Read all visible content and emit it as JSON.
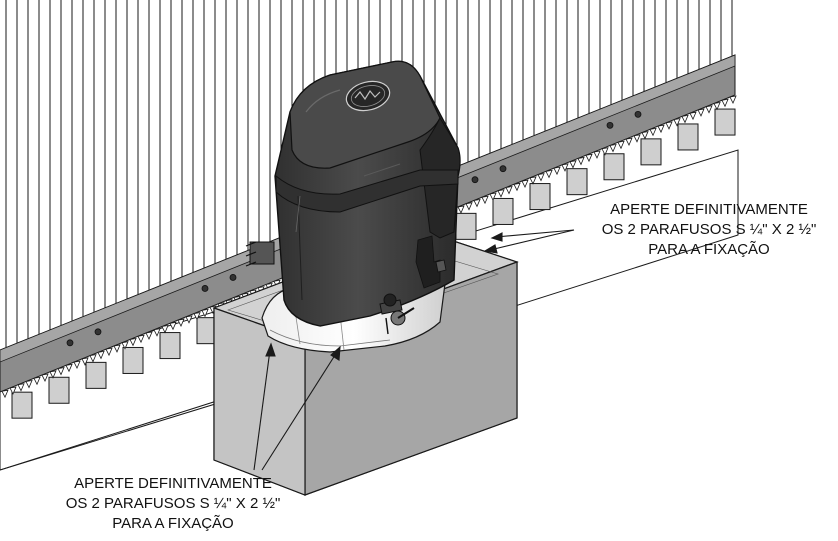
{
  "callouts": {
    "right": {
      "line1": "APERTE DEFINITIVAMENTE",
      "line2": "OS 2 PARAFUSOS  S ¼\" X 2 ½\"",
      "line3": "PARA A FIXAÇÃO"
    },
    "bottom": {
      "line1": "APERTE DEFINITIVAMENTE",
      "line2": "OS 2 PARAFUSOS  S ¼\" X 2 ½\"",
      "line3": "PARA A FIXAÇÃO"
    }
  },
  "colors": {
    "line": "#1a1a1a",
    "motor_body": "#3b3b3b",
    "motor_top": "#4a4a4a",
    "motor_dark": "#262626",
    "base_front": "#bdbdbd",
    "base_top": "#d2d2d2",
    "base_side": "#9a9a9a",
    "rack": "#8c8c8c",
    "gate": "#ffffff",
    "slot": "#cfcfcf"
  },
  "icons": {
    "logo": "motor-logo-emblem"
  }
}
